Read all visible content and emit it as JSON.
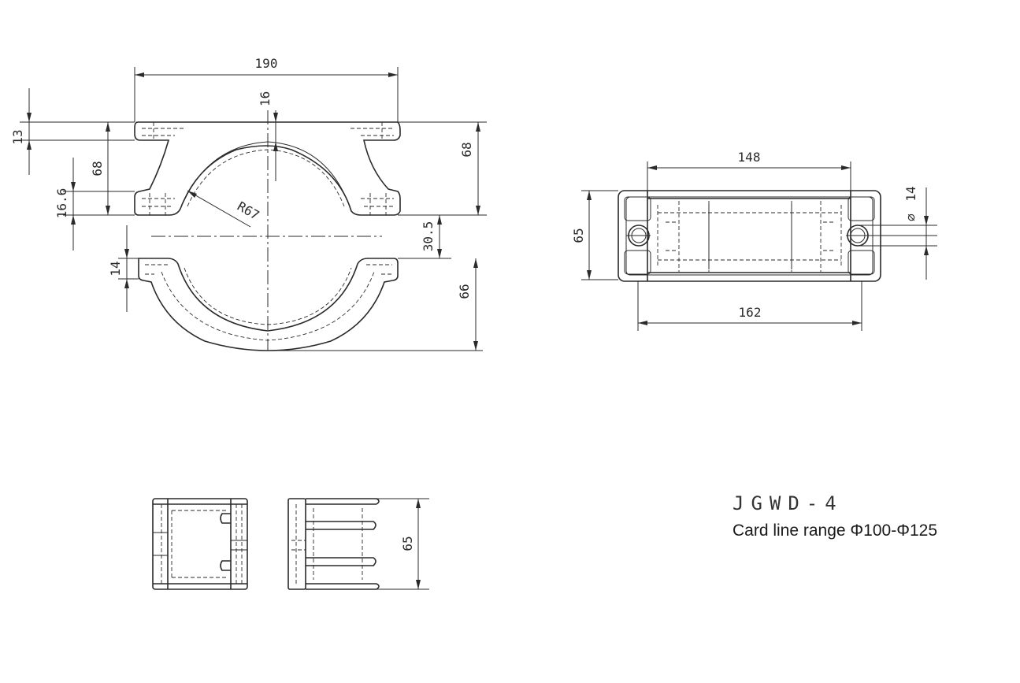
{
  "title_block": {
    "model_code": "JGWD-4",
    "description": "Card line range Φ100-Φ125"
  },
  "front_view": {
    "width": "190",
    "web_thickness": "16",
    "flange_thickness": "13",
    "upper_height_left": "68",
    "upper_height_right": "68",
    "foot_height": "16.6",
    "radius": "R67",
    "gap": "30.5",
    "lower_flange": "14",
    "lower_height": "66"
  },
  "top_view": {
    "hole_spacing": "148",
    "overall_length": "162",
    "width": "65",
    "hole_diameter_symbol": "∅",
    "hole_diameter": "14"
  },
  "side_view": {
    "height": "65"
  },
  "colors": {
    "line": "#2a2a2a",
    "background": "#ffffff"
  }
}
